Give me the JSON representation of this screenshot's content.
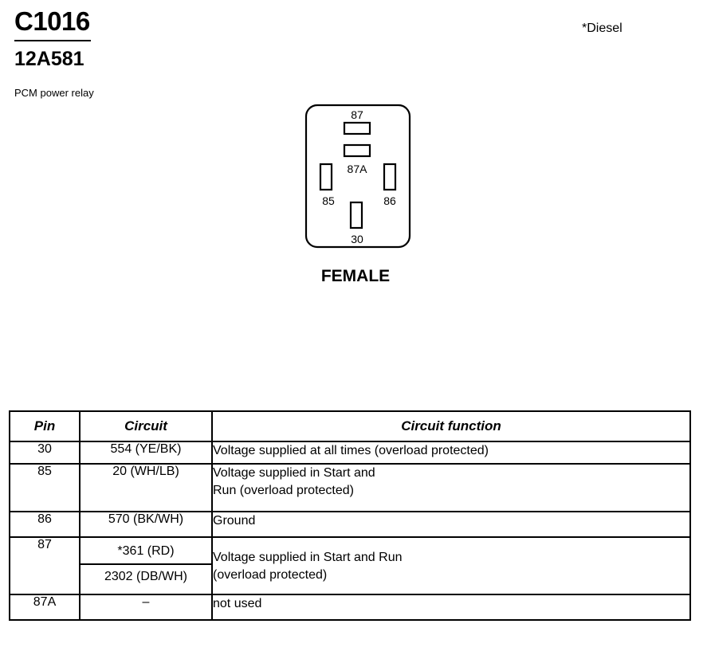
{
  "header": {
    "connector_id": "C1016",
    "part_number": "12A581",
    "description": "PCM power relay",
    "footnote": "*Diesel"
  },
  "connector": {
    "gender_label": "FEMALE",
    "pins": {
      "p87": "87",
      "p87a": "87A",
      "p85": "85",
      "p86": "86",
      "p30": "30"
    }
  },
  "table": {
    "headers": {
      "pin": "Pin",
      "circuit": "Circuit",
      "function": "Circuit function"
    },
    "rows": [
      {
        "pin": "30",
        "circuit": "554 (YE/BK)",
        "function_line1": "Voltage supplied at all times (overload protected)",
        "function_line2": ""
      },
      {
        "pin": "85",
        "circuit": "20 (WH/LB)",
        "function_line1": "Voltage supplied in Start and",
        "function_line2": "Run (overload protected)"
      },
      {
        "pin": "86",
        "circuit": "570 (BK/WH)",
        "function_line1": "Ground",
        "function_line2": ""
      },
      {
        "pin": "87",
        "circuit": "*361 (RD)",
        "circuit_alt": "2302 (DB/WH)",
        "function_line1": "Voltage supplied in Start and Run",
        "function_line2": "(overload protected)"
      },
      {
        "pin": "87A",
        "circuit": "–",
        "function_line1": "not used",
        "function_line2": ""
      }
    ]
  }
}
